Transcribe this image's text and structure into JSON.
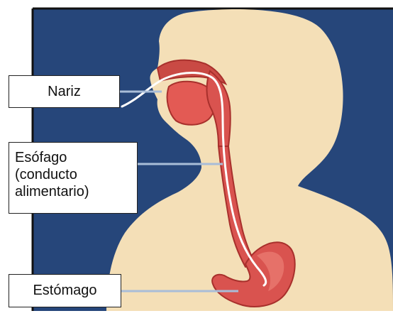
{
  "colors": {
    "background": "#26467a",
    "skin": "#f4dfb7",
    "organ_fill": "#d9534f",
    "organ_dark": "#a8302c",
    "organ_light": "#f08a80",
    "tube": "#ffffff",
    "leader_line": "#a9bdd8"
  },
  "labels": {
    "nariz": "Nariz",
    "esofago": [
      "Esófago",
      "(conducto",
      "alimentario)"
    ],
    "estomago": "Estómago"
  }
}
